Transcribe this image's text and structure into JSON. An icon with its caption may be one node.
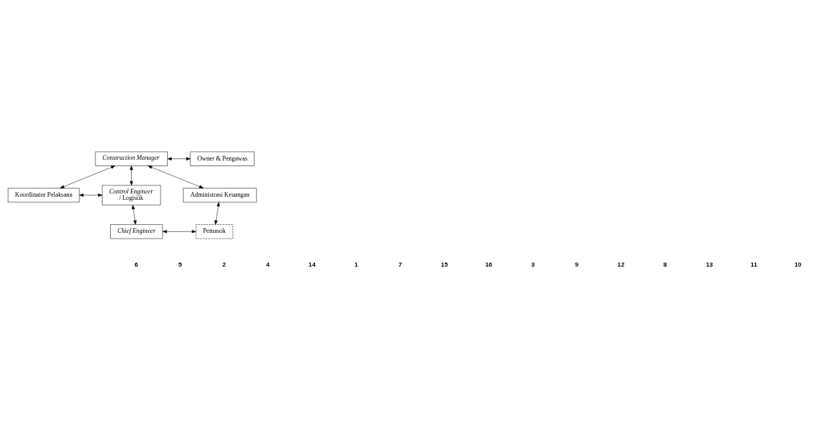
{
  "diagram": {
    "nodes": [
      {
        "text": [
          "Construction Manager"
        ]
      },
      {
        "text": [
          "Owner & Pengawas"
        ]
      },
      {
        "text": [
          "Koordinator Pelaksana"
        ]
      },
      {
        "text": [
          "Control Engineer",
          "/ Logistik"
        ]
      },
      {
        "text": [
          "Administrasi Keuangan"
        ]
      },
      {
        "text": [
          "Chief Engineer"
        ]
      },
      {
        "text": [
          "Pemasok"
        ]
      }
    ],
    "edges": [
      {
        "from": 0,
        "to": 1,
        "arrow": "both"
      },
      {
        "from": 0,
        "to": 2,
        "arrow": "both"
      },
      {
        "from": 0,
        "to": 3,
        "arrow": "both"
      },
      {
        "from": 0,
        "to": 4,
        "arrow": "both"
      },
      {
        "from": 2,
        "to": 3,
        "arrow": "both"
      },
      {
        "from": 3,
        "to": 5,
        "arrow": "both"
      },
      {
        "from": 4,
        "to": 6,
        "arrow": "both"
      },
      {
        "from": 5,
        "to": 6,
        "arrow": "both"
      }
    ],
    "labels": [
      "6",
      "5",
      "2",
      "4",
      "14",
      "1",
      "7",
      "15",
      "16",
      "3",
      "9",
      "12",
      "8",
      "13",
      "11",
      "10"
    ]
  }
}
